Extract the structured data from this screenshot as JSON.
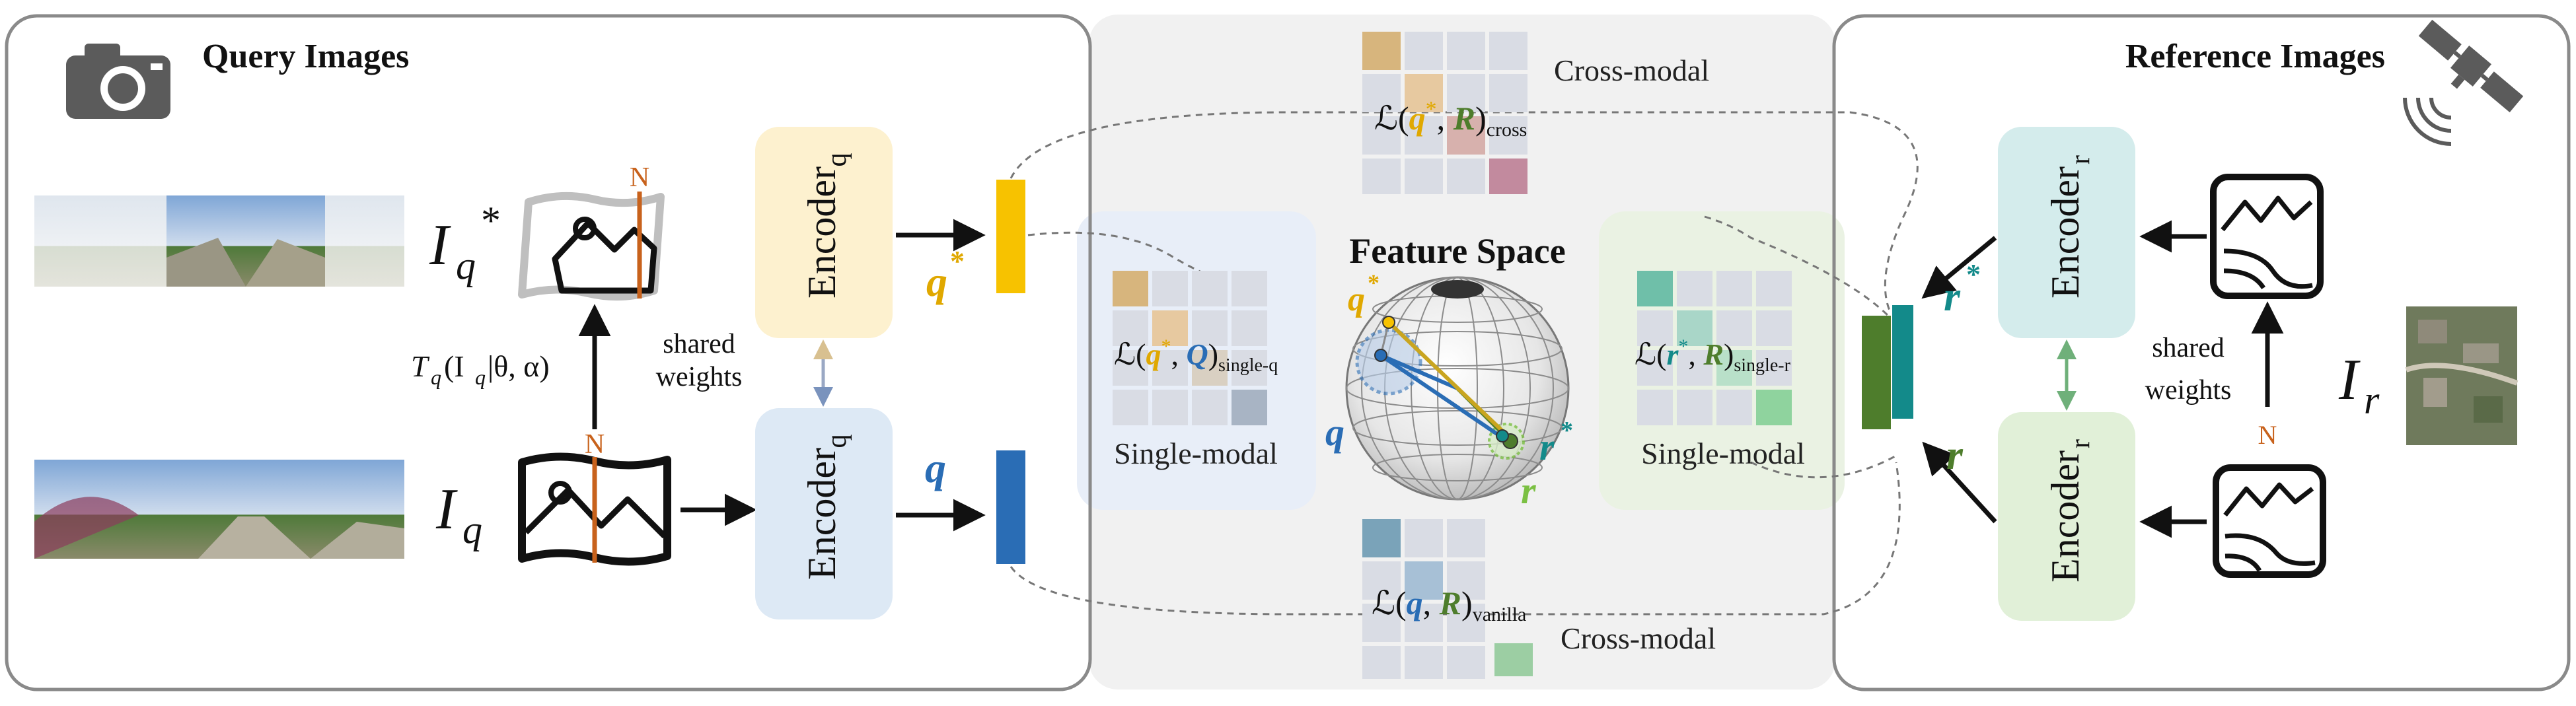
{
  "panels": {
    "query_title": "Query Images",
    "reference_title": "Reference Images",
    "feature_space_title": "Feature Space",
    "cross_modal_top": "Cross-modal",
    "cross_modal_bottom": "Cross-modal",
    "single_modal_left": "Single-modal",
    "single_modal_right": "Single-modal"
  },
  "query": {
    "img_label": "I",
    "img_label_sub": "q",
    "aug_img_label": "I",
    "aug_img_label_sub": "q",
    "aug_img_label_sup": "*",
    "transform_label": "T",
    "transform_sub": "q",
    "transform_args": "(I",
    "transform_args_sub": "q",
    "transform_args_rest": " |θ, α)",
    "north_top": "N",
    "north_bottom": "N",
    "encoder_top": "Encoder",
    "encoder_top_sub": "q",
    "encoder_bottom": "Encoder",
    "encoder_bottom_sub": "q",
    "shared_line1": "shared",
    "shared_line2": "weights",
    "feat_star": "q",
    "feat_star_sup": "*",
    "feat": "q"
  },
  "reference": {
    "img_label": "I",
    "img_label_sub": "r",
    "north": "N",
    "encoder_top": "Encoder",
    "encoder_top_sub": "r",
    "encoder_bottom": "Encoder",
    "encoder_bottom_sub": "r",
    "shared_line1": "shared",
    "shared_line2": "weights",
    "feat_star": "r",
    "feat_star_sup": "*",
    "feat": "r"
  },
  "losses": {
    "cross": {
      "prefix": "ℒ(",
      "a": "q",
      "a_sup": "*",
      "sep": ", ",
      "b": "R",
      "close": ")",
      "sub": "cross"
    },
    "vanilla": {
      "prefix": "ℒ(",
      "a": "q",
      "sep": ", ",
      "b": "R",
      "close": ")",
      "sub": "vanilla"
    },
    "single_q": {
      "prefix": "ℒ(",
      "a": "q",
      "a_sup": "*",
      "sep": ", ",
      "b": "Q",
      "close": ")",
      "sub": "single-q"
    },
    "single_r": {
      "prefix": "ℒ(",
      "a": "r",
      "a_sup": "*",
      "sep": ", ",
      "b": "R",
      "close": ")",
      "sub": "single-r"
    }
  },
  "sphere": {
    "q_star": "q",
    "q_star_sup": "*",
    "q": "q",
    "r_star": "r",
    "r_star_sup": "*",
    "r": "r"
  },
  "colors": {
    "query_star": "#e0a800",
    "query": "#2a6db5",
    "ref_star": "#138a8a",
    "ref": "#4e7d2c",
    "enc_q_top": "#fdf1cf",
    "enc_q_bottom": "#dde9f5",
    "enc_r_top": "#d4ecec",
    "enc_r_bottom": "#e1f0d8",
    "north_line": "#c8621c",
    "panel_gray": "#f1f1f1"
  },
  "icons": [
    "camera-icon",
    "satellite-icon",
    "panorama-icon",
    "map-icon"
  ]
}
